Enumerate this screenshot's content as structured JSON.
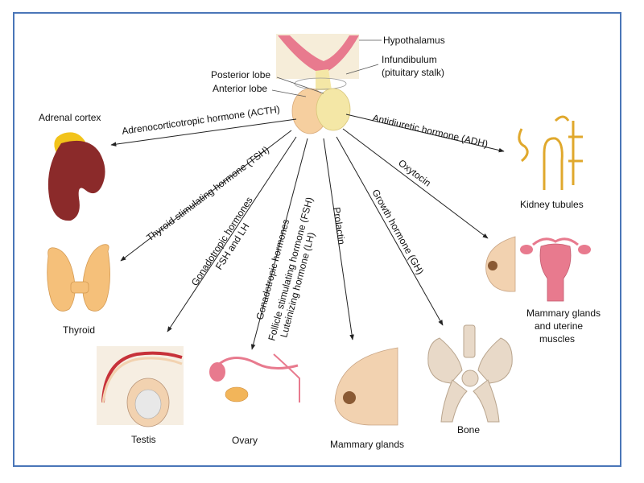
{
  "pituitary": {
    "hypothalamus": "Hypothalamus",
    "infundibulum_1": "Infundibulum",
    "infundibulum_2": "(pituitary stalk)",
    "posterior_lobe": "Posterior lobe",
    "anterior_lobe": "Anterior lobe"
  },
  "hormones": {
    "acth": "Adrenocorticotropic hormone (ACTH)",
    "adh": "Antidiuretic hormone (ADH)",
    "tsh": "Thyroid stimulating hormone (TSH)",
    "gonado_1_a": "Gonadotropic hormones",
    "gonado_1_b": "FSH and LH",
    "gonado_2_a": "Gonadotropic hormones",
    "gonado_2_b": "Follicle stimulating hormone (FSH)",
    "gonado_2_c": "Luteinizing hormone (LH)",
    "prolactin": "Prolactin",
    "gh": "Growth hormone (GH)",
    "oxytocin": "Oxytocin"
  },
  "organs": {
    "adrenal": "Adrenal cortex",
    "kidney": "Kidney tubules",
    "thyroid": "Thyroid",
    "testis": "Testis",
    "ovary": "Ovary",
    "mammary": "Mammary glands",
    "bone": "Bone",
    "mammary_uterine_1": "Mammary glands",
    "mammary_uterine_2": "and uterine",
    "mammary_uterine_3": "muscles"
  },
  "colors": {
    "frame": "#4a76b8",
    "gland": "#f6cf9f",
    "posterior": "#f4e7a6",
    "kidney": "#8b2a2a",
    "adrenal": "#f2c31a",
    "pink": "#e87a8e",
    "skin": "#f2d2b0",
    "bone": "#e8d9c8",
    "arrow": "#222222"
  }
}
